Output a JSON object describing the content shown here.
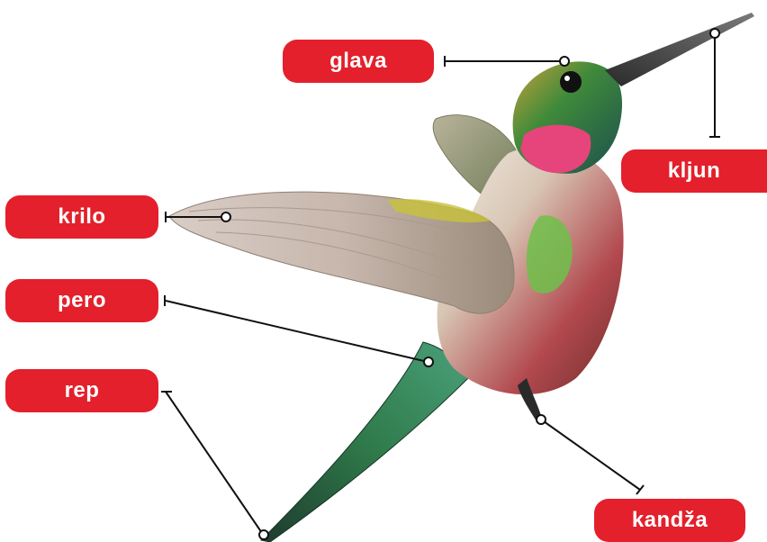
{
  "labels": {
    "glava": "glava",
    "kljun": "kljun",
    "krilo": "krilo",
    "pero": "pero",
    "rep": "rep",
    "kandza": "kandža"
  },
  "colors": {
    "label_bg": "#e3202b",
    "label_text": "#ffffff",
    "leader_line": "#111111"
  },
  "bird_icon": "hummingbird-illustration"
}
